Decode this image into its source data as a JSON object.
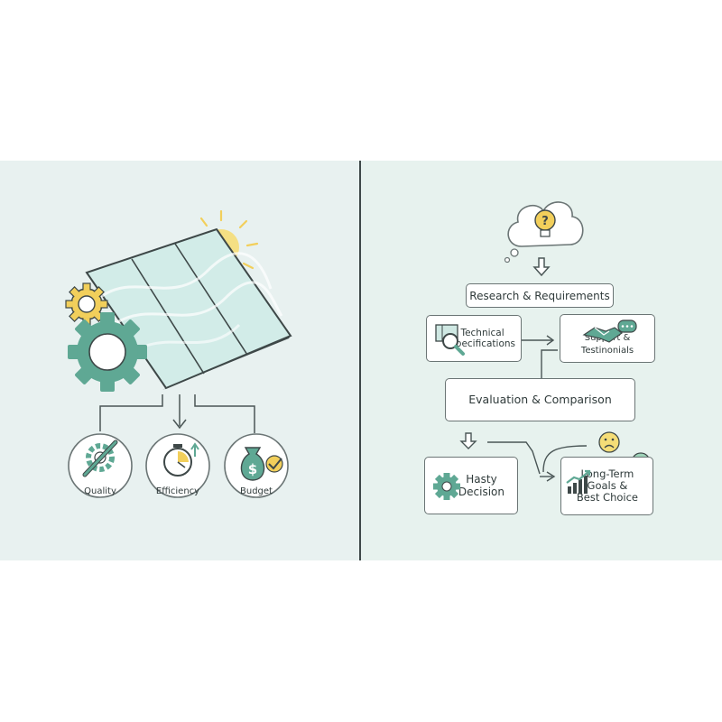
{
  "left": {
    "factors": [
      {
        "label": "Quality",
        "icon": "wrench-gear-icon"
      },
      {
        "label": "Efficiency",
        "icon": "stopwatch-icon"
      },
      {
        "label": "Budget",
        "icon": "money-bag-icon"
      }
    ]
  },
  "right": {
    "research": "Research & Requirements",
    "technical": "Technical\nSpecifications",
    "support": "Support & Testinonials",
    "evaluation": "Evaluation & Comparison",
    "hasty": "Hasty\nDecision",
    "longterm": "Long-Term\nGoals &\nBest Choice"
  },
  "colors": {
    "teal": "#5fa894",
    "teal_light": "#cfe8e3",
    "yellow": "#f2cf5b",
    "line": "#4a5656"
  }
}
